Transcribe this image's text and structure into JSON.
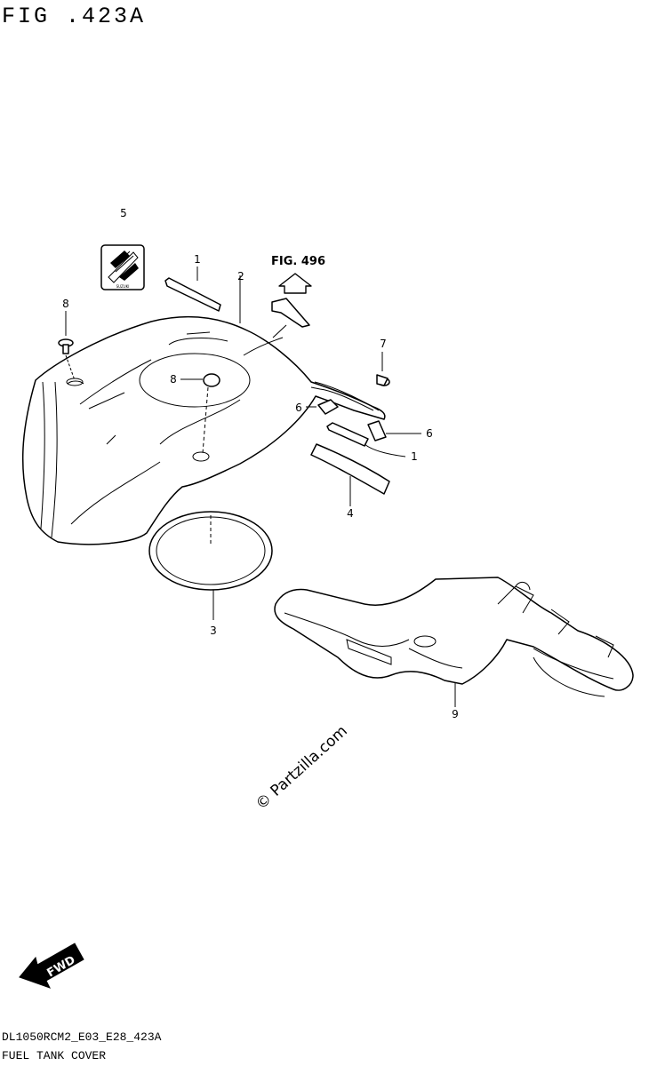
{
  "header": {
    "figure_title": "FIG .423A"
  },
  "figure_reference": {
    "label": "FIG. 496"
  },
  "callouts": [
    "5",
    "1",
    "2",
    "8",
    "7",
    "8",
    "6",
    "6",
    "1",
    "4",
    "3",
    "9"
  ],
  "decal_text": "SUZUKI",
  "watermark": "© Partzilla.com",
  "direction_badge": {
    "label": "FWD"
  },
  "footer": {
    "diagram_code": "DL1050RCM2_E03_E28_423A",
    "diagram_name": "FUEL TANK COVER"
  }
}
